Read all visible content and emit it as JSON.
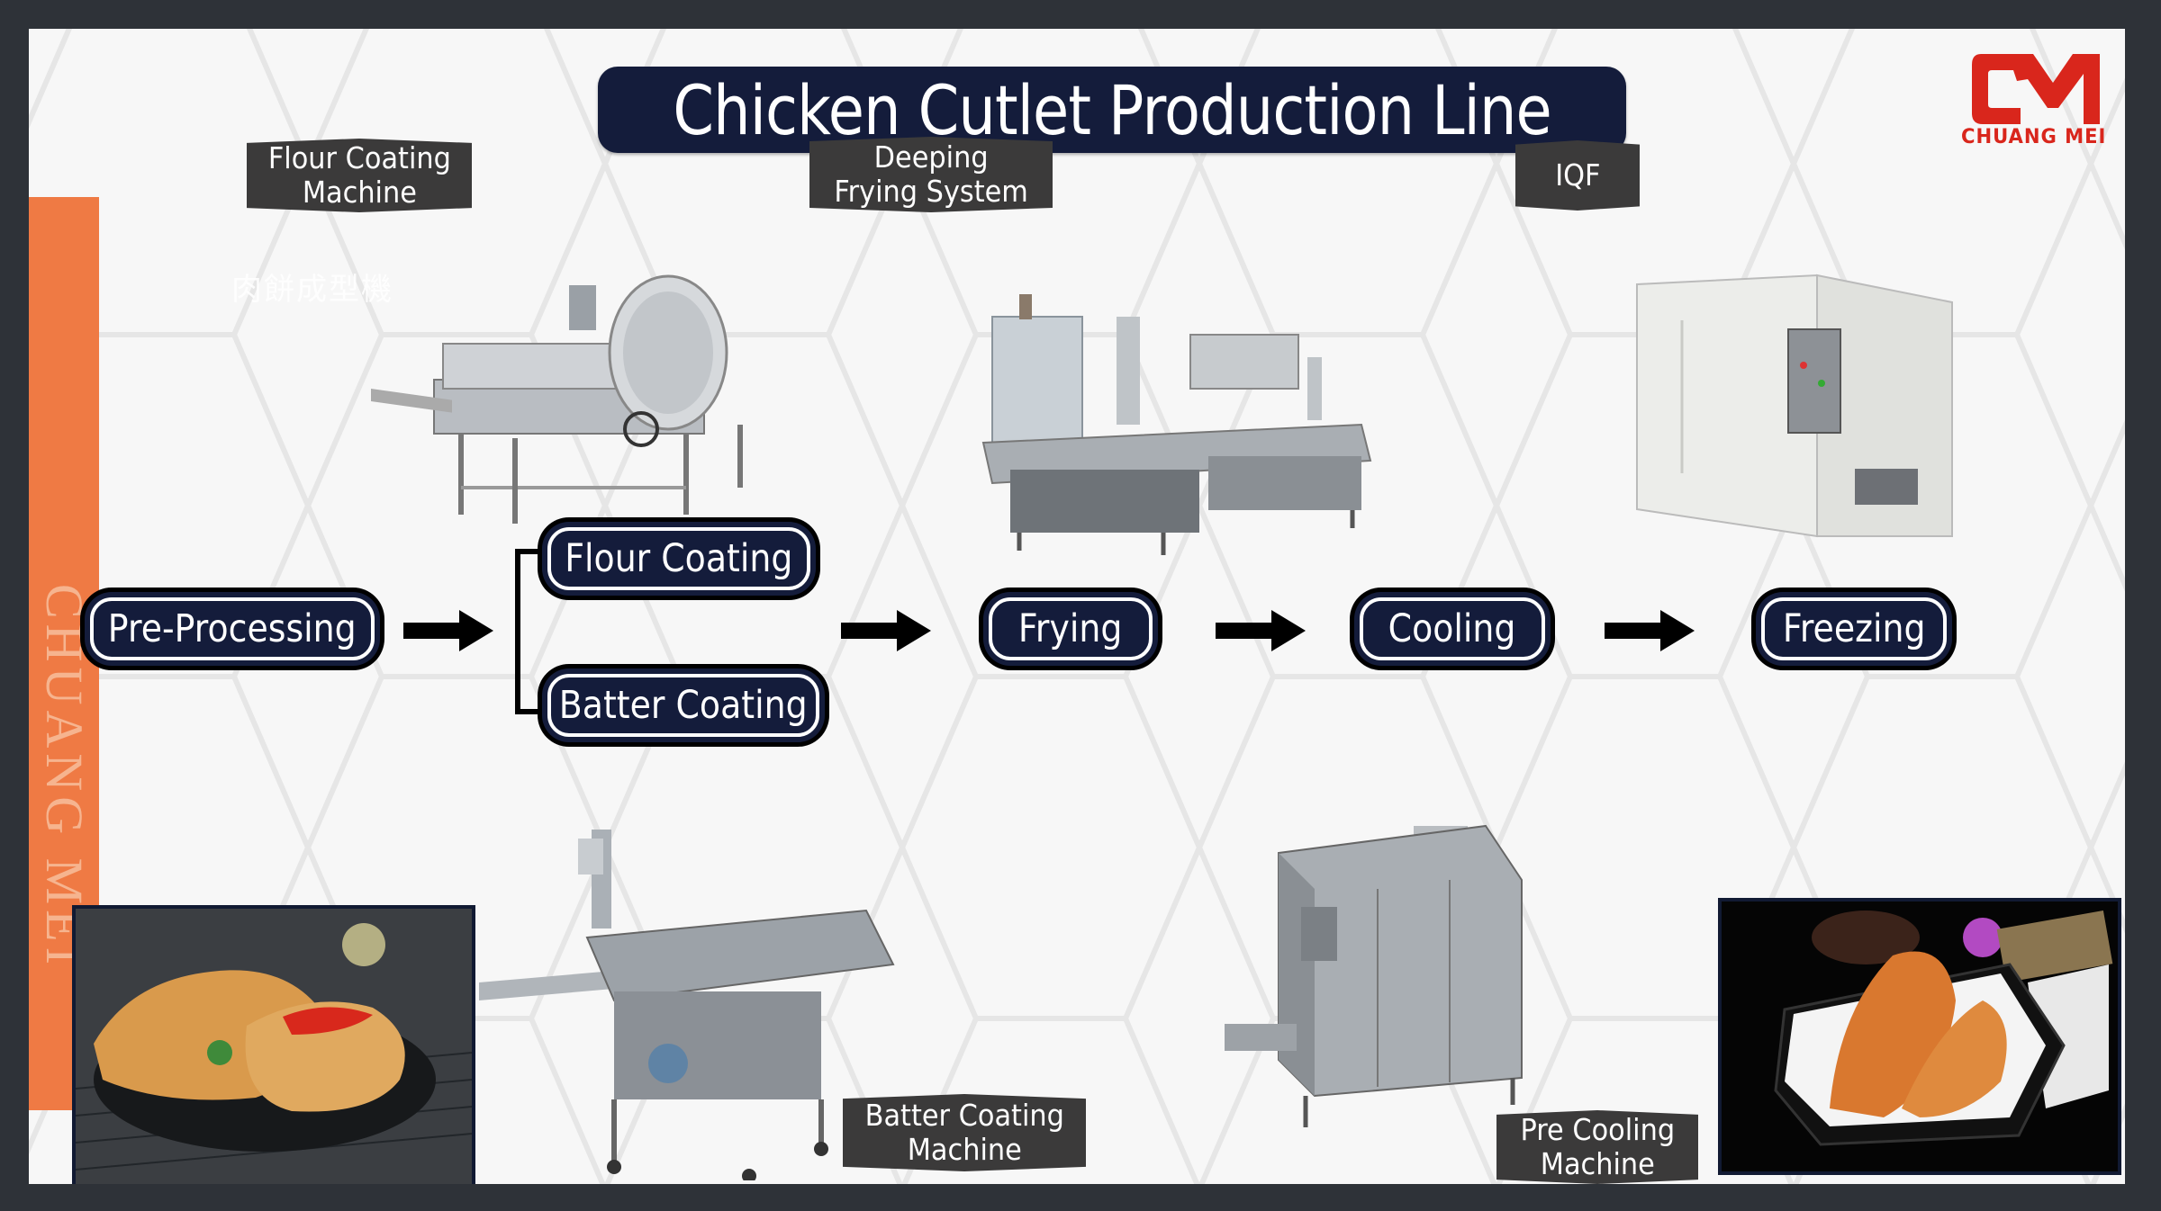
{
  "title": "Chicken Cutlet Production Line",
  "brand": {
    "logo_mark": "CM",
    "logo_text": "CHUANG MEI",
    "side_band_text": "CHUANG MEI",
    "accent_color": "#ef7a44",
    "logo_color": "#d9261c",
    "title_bg_color": "#141c3b"
  },
  "watermark_text": "肉餅成型機",
  "machine_labels": {
    "flour_coating": "Flour Coating\nMachine",
    "deep_frying": "Deeping\nFrying System",
    "iqf": "IQF",
    "batter_coating": "Batter Coating\nMachine",
    "pre_cooling": "Pre Cooling\nMachine"
  },
  "process_steps": {
    "pre_processing": "Pre-Processing",
    "flour_coating": "Flour Coating",
    "batter_coating": "Batter Coating",
    "frying": "Frying",
    "cooling": "Cooling",
    "freezing": "Freezing"
  },
  "images": {
    "flour_coating_machine": "flour-coating-machine",
    "deep_frying_system": "deep-frying-system",
    "iqf_freezer": "iqf-freezer",
    "batter_coating_machine": "batter-coating-machine",
    "pre_cooling_machine": "pre-cooling-machine",
    "cutlet_plate_photo": "fried-chicken-cutlet-on-plate",
    "cutlet_tray_photo": "fried-chicken-cutlet-in-tray"
  }
}
